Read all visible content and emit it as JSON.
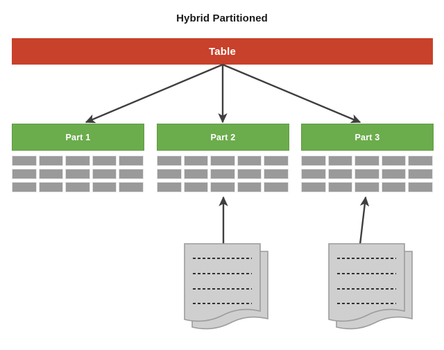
{
  "diagram": {
    "title": "Hybrid Partitioned",
    "type": "diagram",
    "colors": {
      "table_fill": "#c8412a",
      "partition_fill": "#6bac4c",
      "block_fill": "#9a9a9a",
      "document_fill": "#cfcfcf",
      "document_stroke": "#9c9c9c",
      "arrow": "#3f3f3f",
      "title_text": "#1a1a1a",
      "label_text": "#ffffff",
      "background": "#ffffff"
    },
    "table_node": {
      "label": "Table"
    },
    "partitions": [
      {
        "label": "Part 1",
        "block_rows": 3,
        "block_cols": 5,
        "has_source_document": false
      },
      {
        "label": "Part 2",
        "block_rows": 3,
        "block_cols": 5,
        "has_source_document": true
      },
      {
        "label": "Part 3",
        "block_rows": 3,
        "block_cols": 5,
        "has_source_document": true
      }
    ],
    "documents": [
      {
        "name": "external-document-1",
        "line_count": 4
      },
      {
        "name": "external-document-2",
        "line_count": 4
      }
    ],
    "arrows": {
      "table_to_partitions": 3,
      "documents_to_partitions": 2
    }
  }
}
